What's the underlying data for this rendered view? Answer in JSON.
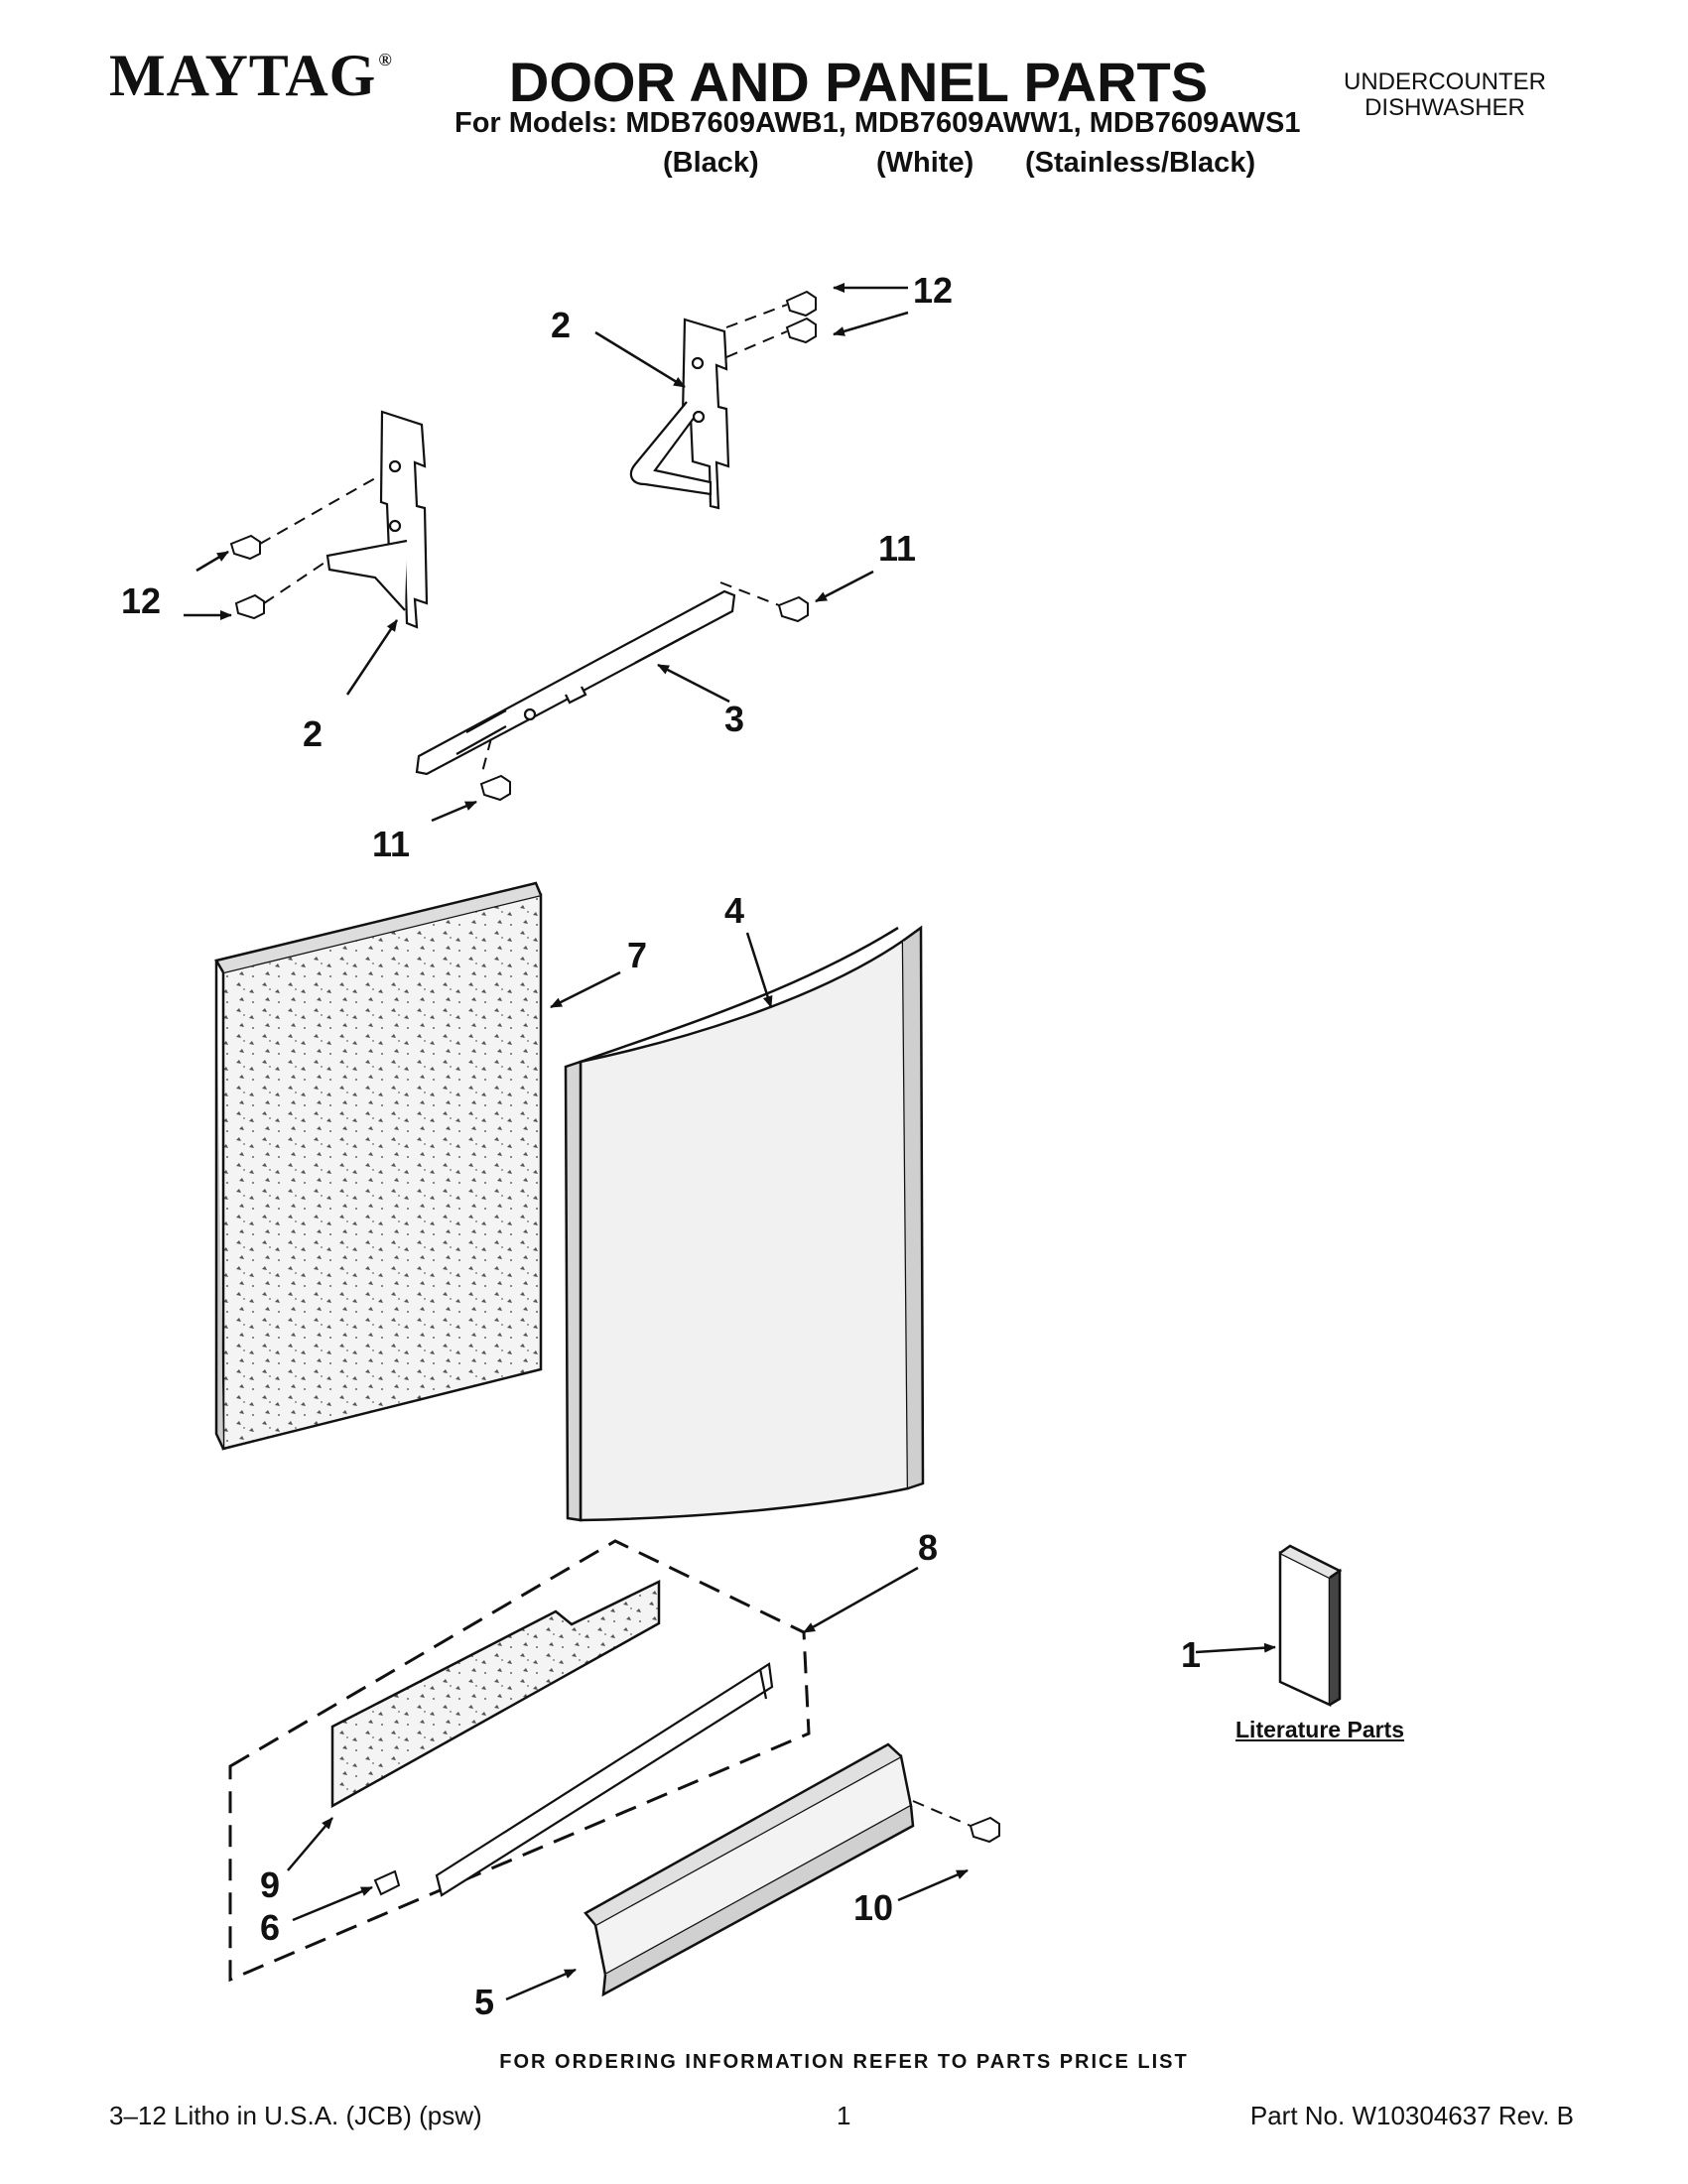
{
  "header": {
    "brand": "MAYTAG",
    "brand_mark": "®",
    "title": "DOOR AND PANEL PARTS",
    "models_line": "For Models: MDB7609AWB1, MDB7609AWW1, MDB7609AWS1",
    "variants": [
      "(Black)",
      "(White)",
      "(Stainless/Black)"
    ],
    "category_line1": "UNDERCOUNTER",
    "category_line2": "DISHWASHER"
  },
  "diagram": {
    "callouts": [
      "1",
      "2",
      "2",
      "3",
      "4",
      "5",
      "6",
      "7",
      "8",
      "9",
      "10",
      "11",
      "11",
      "12",
      "12"
    ],
    "literature_label": "Literature Parts"
  },
  "footer": {
    "ordering_note": "FOR ORDERING INFORMATION REFER TO PARTS PRICE LIST",
    "litho": "3–12 Litho in U.S.A. (JCB) (psw)",
    "page_number": "1",
    "part_number": "Part No. W10304637 Rev. B"
  }
}
